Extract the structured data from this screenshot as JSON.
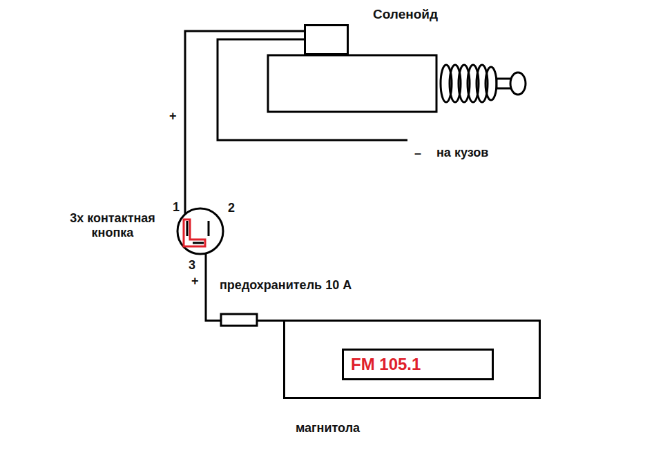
{
  "diagram": {
    "nodes": [
      {
        "text": [
          "Соленойд"
        ]
      },
      {
        "text": [
          "3х контактная кнопка"
        ]
      },
      {
        "text": [
          "магнитола"
        ]
      },
      {
        "text": [
          "FM 105.1"
        ],
        "in": 2
      }
    ],
    "edges": [
      {
        "from": 0,
        "to": 1,
        "arrow": "none",
        "label": "+"
      },
      {
        "from": 1,
        "to": 2,
        "arrow": "none",
        "label": "+"
      }
    ],
    "labels": [
      "1",
      "2",
      "3",
      "–",
      "на кузов",
      "предохранитель 10 А"
    ]
  }
}
